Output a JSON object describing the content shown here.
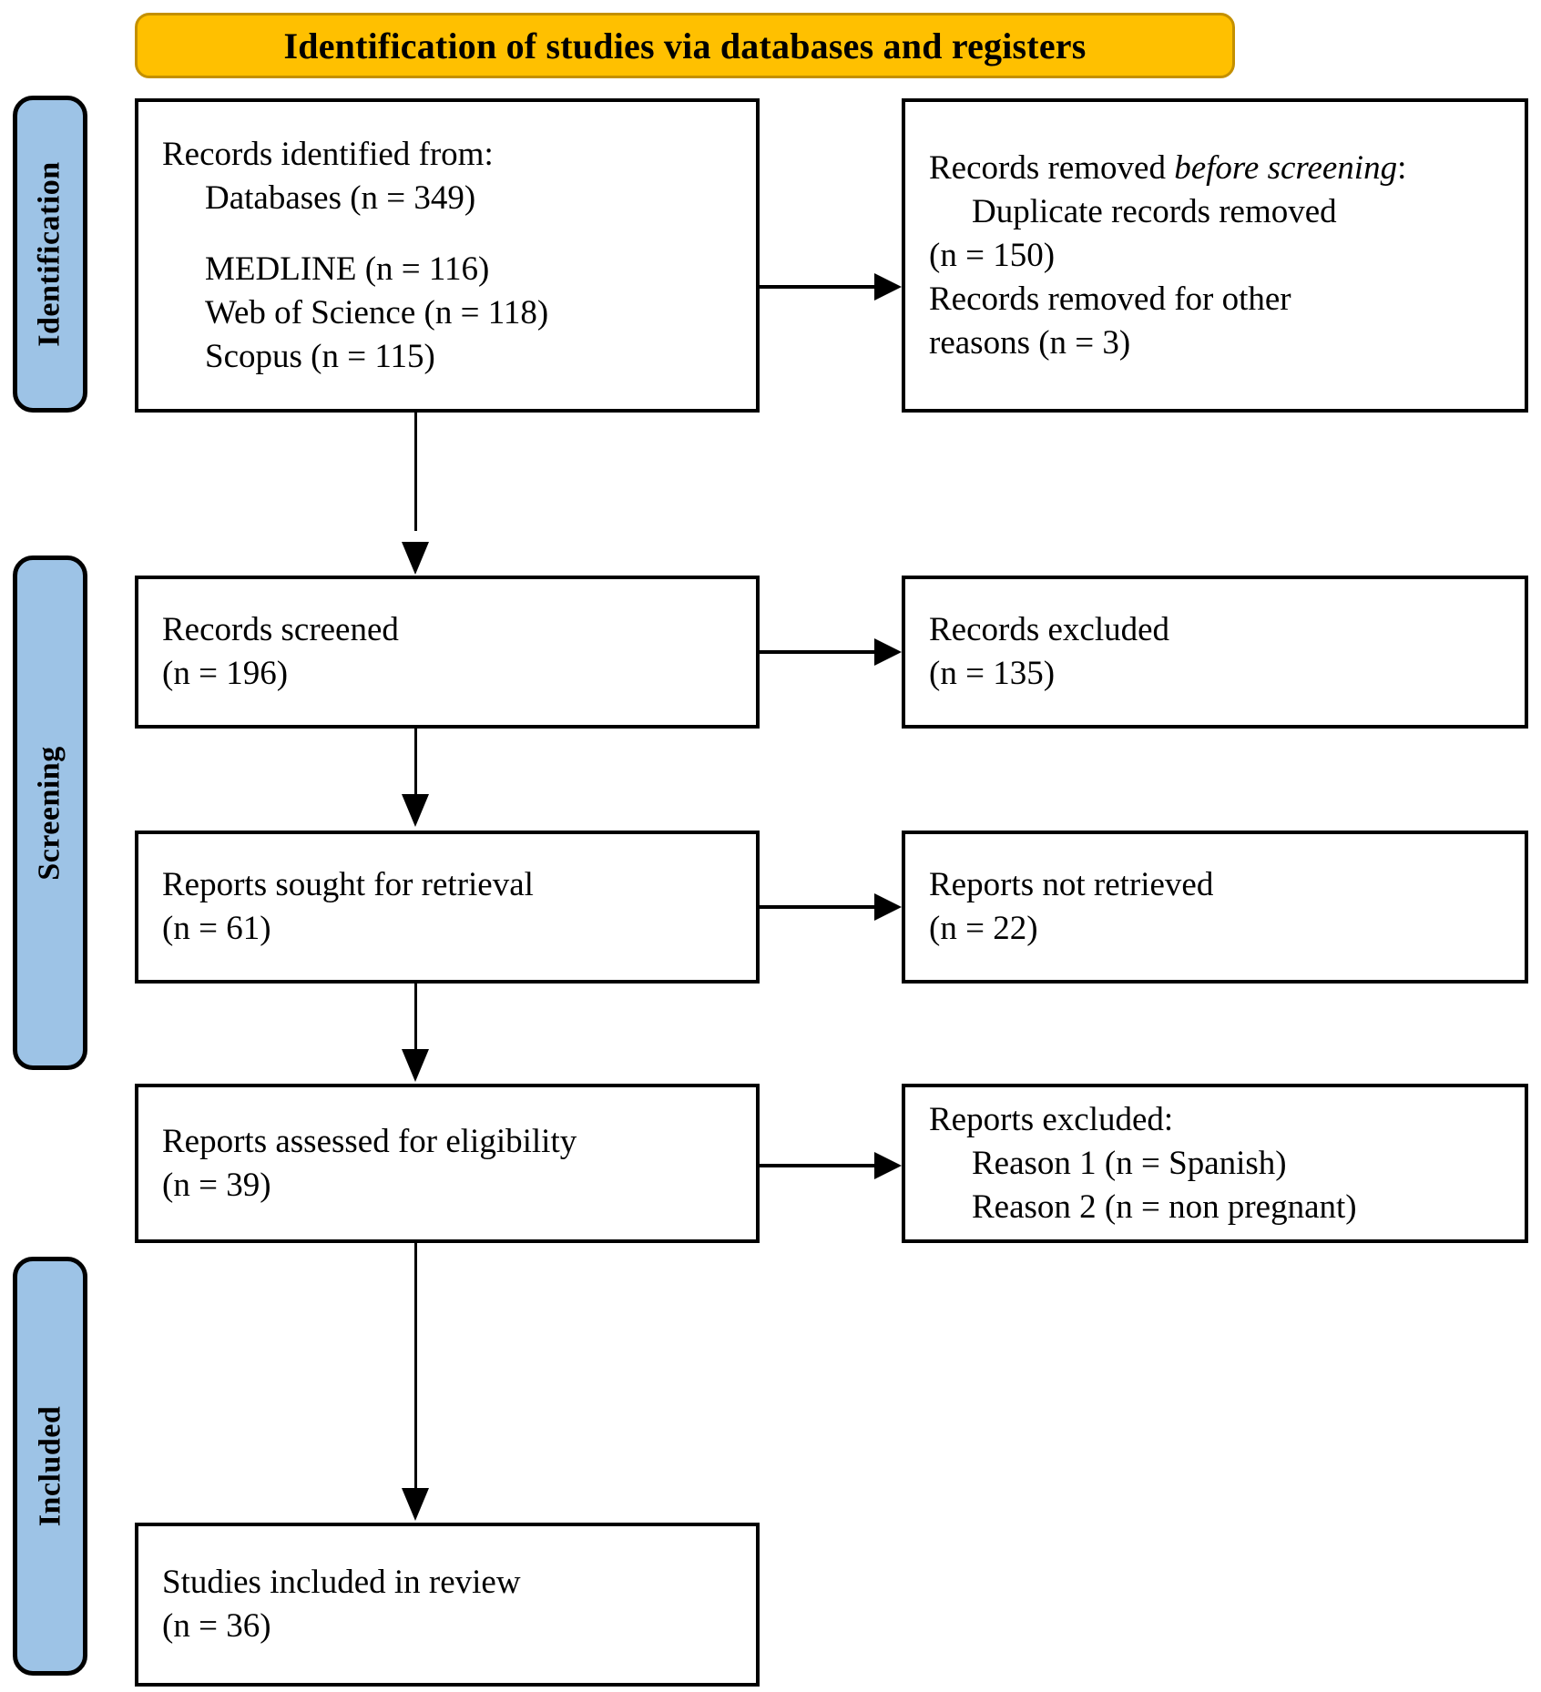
{
  "header": {
    "title": "Identification of studies via databases and registers",
    "bg_color": "#FFC000",
    "border_color": "#C49000"
  },
  "stages": [
    {
      "key": "identification",
      "label": "Identification",
      "color": "#9DC3E6"
    },
    {
      "key": "screening",
      "label": "Screening",
      "color": "#9DC3E6"
    },
    {
      "key": "included",
      "label": "Included",
      "color": "#9DC3E6"
    }
  ],
  "boxes": {
    "records_identified": {
      "title": "Records identified from:",
      "db_line": "Databases (n = 349)",
      "source_1": "MEDLINE (n = 116)",
      "source_2": "Web of Science (n = 118)",
      "source_3": "Scopus (n = 115)"
    },
    "records_removed": {
      "title_plain": "Records removed ",
      "title_italic": "before screening",
      "title_colon": ":",
      "duplicate_label": "Duplicate records removed",
      "duplicate_n": "(n = 150)",
      "other_label": "Records removed for other",
      "other_n": "reasons (n = 3)"
    },
    "records_screened": {
      "label": "Records screened",
      "n": "(n = 196)"
    },
    "records_excluded": {
      "label": "Records excluded",
      "n": "(n = 135)"
    },
    "reports_sought": {
      "label": "Reports sought for retrieval",
      "n": "(n = 61)"
    },
    "reports_not_retrieved": {
      "label": "Reports not retrieved",
      "n": "(n = 22)"
    },
    "reports_assessed": {
      "label": "Reports assessed for eligibility",
      "n": "(n = 39)"
    },
    "reports_excluded": {
      "title": "Reports excluded:",
      "reason_1": "Reason 1 (n = Spanish)",
      "reason_2": "Reason 2 (n = non pregnant)"
    },
    "studies_included": {
      "label": "Studies included in review",
      "n": "(n = 36)"
    }
  }
}
